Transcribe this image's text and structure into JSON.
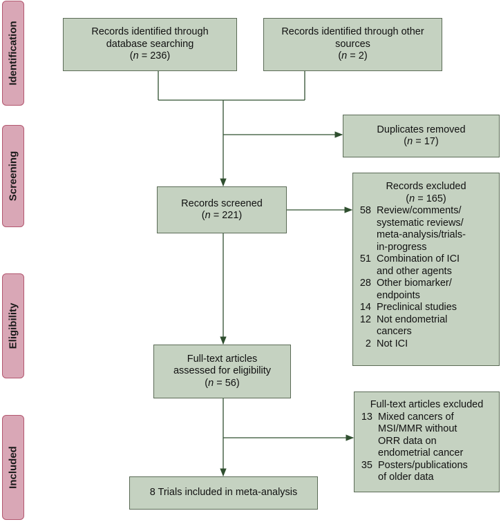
{
  "phases": [
    {
      "key": "identification",
      "label": "Identification"
    },
    {
      "key": "screening",
      "label": "Screening"
    },
    {
      "key": "eligibility",
      "label": "Eligibility"
    },
    {
      "key": "included",
      "label": "Included"
    }
  ],
  "boxes": {
    "database": {
      "line1": "Records identified through",
      "line2": "database searching",
      "n_prefix": "(",
      "n": "n",
      "n_value": " = 236)"
    },
    "other_sources": {
      "line1": "Records identified through other",
      "line2": "sources",
      "n_prefix": "(",
      "n": "n",
      "n_value": " = 2)"
    },
    "duplicates": {
      "line1": "Duplicates removed",
      "n_prefix": "(",
      "n": "n",
      "n_value": " = 17)"
    },
    "screened": {
      "line1": "Records screened",
      "n_prefix": "(",
      "n": "n",
      "n_value": " = 221)"
    },
    "fulltext": {
      "line1": "Full-text articles",
      "line2": "assessed for eligibility",
      "n_prefix": "(",
      "n": "n",
      "n_value": " = 56)"
    },
    "included": {
      "line1": "8 Trials included in meta-analysis"
    }
  },
  "records_excluded": {
    "title": "Records excluded",
    "n_prefix": "(",
    "n": "n",
    "n_value": " = 165)",
    "items": [
      {
        "num": "58",
        "lines": [
          "Review/comments/",
          "systematic reviews/",
          "meta-analysis/trials-",
          "in-progress"
        ]
      },
      {
        "num": "51",
        "lines": [
          "Combination of ICI",
          "and other agents"
        ]
      },
      {
        "num": "28",
        "lines": [
          "Other biomarker/",
          "endpoints"
        ]
      },
      {
        "num": "14",
        "lines": [
          "Preclinical studies"
        ]
      },
      {
        "num": "12",
        "lines": [
          "Not endometrial",
          "cancers"
        ]
      },
      {
        "num": "2",
        "lines": [
          "Not ICI"
        ]
      }
    ]
  },
  "fulltext_excluded": {
    "title": "Full-text articles excluded",
    "items": [
      {
        "num": "13",
        "lines": [
          "Mixed cancers of",
          "MSI/MMR without",
          "ORR data on",
          "endometrial cancer"
        ]
      },
      {
        "num": "35",
        "lines": [
          "Posters/publications",
          "of older data"
        ]
      }
    ]
  },
  "colors": {
    "phase_fill": "#d9a7b6",
    "phase_border": "#b2566e",
    "box_fill": "#c5d2c1",
    "box_border": "#5a6a55",
    "arrow": "#2f4f2f"
  }
}
